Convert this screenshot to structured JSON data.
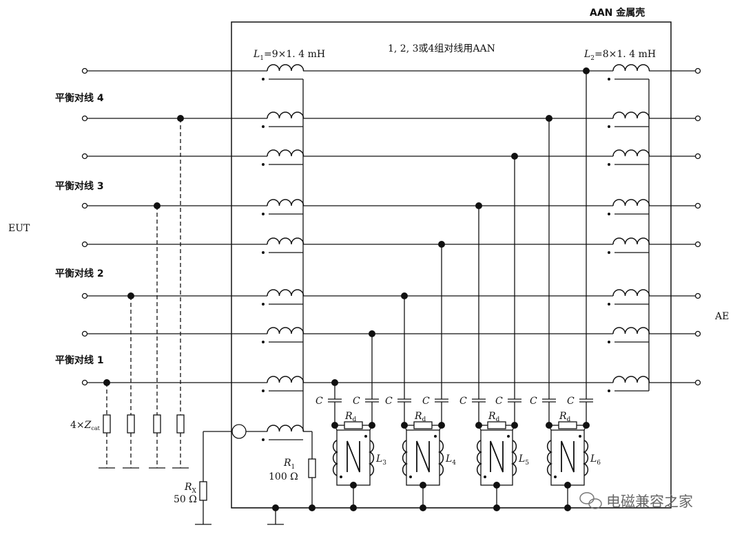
{
  "labels": {
    "housing": "AAN 金属壳",
    "aan_title": "1, 2, 3或4组对线用AAN",
    "eut": "EUT",
    "ae": "AE",
    "pair4": "平衡对线 4",
    "pair3": "平衡对线 3",
    "pair2": "平衡对线 2",
    "pair1": "平衡对线 1",
    "l1_sym": "L",
    "l1_sub": "1",
    "l1_val": "=9×1. 4 mH",
    "l2_sym": "L",
    "l2_sub": "2",
    "l2_val": "=8×1. 4 mH",
    "zcat_prefix": "4×",
    "zcat_sym": "Z",
    "zcat_sub": "cat",
    "r1_sym": "R",
    "r1_sub": "1",
    "r1_val": "100 Ω",
    "rx_sym": "R",
    "rx_sub": "X",
    "rx_val": "50 Ω",
    "cap": "C",
    "rd_sym": "R",
    "rd_sub": "d",
    "inductors": [
      {
        "sym": "L",
        "sub": "3"
      },
      {
        "sym": "L",
        "sub": "4"
      },
      {
        "sym": "L",
        "sub": "5"
      },
      {
        "sym": "L",
        "sub": "6"
      }
    ],
    "watermark": "电磁兼容之家"
  },
  "colors": {
    "line": "#111111",
    "background": "#ffffff",
    "watermark": "#666666"
  }
}
